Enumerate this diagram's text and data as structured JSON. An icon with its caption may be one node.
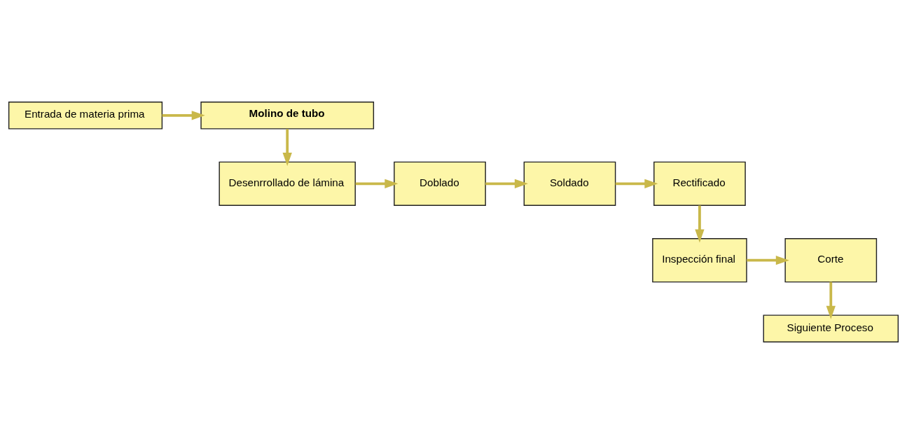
{
  "diagram": {
    "nodes": [
      {
        "text": [
          "Entrada de materia prima"
        ]
      },
      {
        "text": [
          "Molino de tubo"
        ]
      },
      {
        "text": [
          "Desenrrollado de lámina"
        ]
      },
      {
        "text": [
          "Doblado"
        ]
      },
      {
        "text": [
          "Soldado"
        ]
      },
      {
        "text": [
          "Rectificado"
        ]
      },
      {
        "text": [
          "Inspección final"
        ]
      },
      {
        "text": [
          "Corte"
        ]
      },
      {
        "text": [
          "Siguiente Proceso"
        ]
      }
    ],
    "edges": [
      {
        "from": 0,
        "to": 1,
        "arrow": "to"
      },
      {
        "from": 1,
        "to": 2,
        "arrow": "to"
      },
      {
        "from": 2,
        "to": 3,
        "arrow": "to"
      },
      {
        "from": 3,
        "to": 4,
        "arrow": "to"
      },
      {
        "from": 4,
        "to": 5,
        "arrow": "to"
      },
      {
        "from": 5,
        "to": 6,
        "arrow": "to"
      },
      {
        "from": 6,
        "to": 7,
        "arrow": "to"
      },
      {
        "from": 7,
        "to": 8,
        "arrow": "to"
      }
    ]
  }
}
